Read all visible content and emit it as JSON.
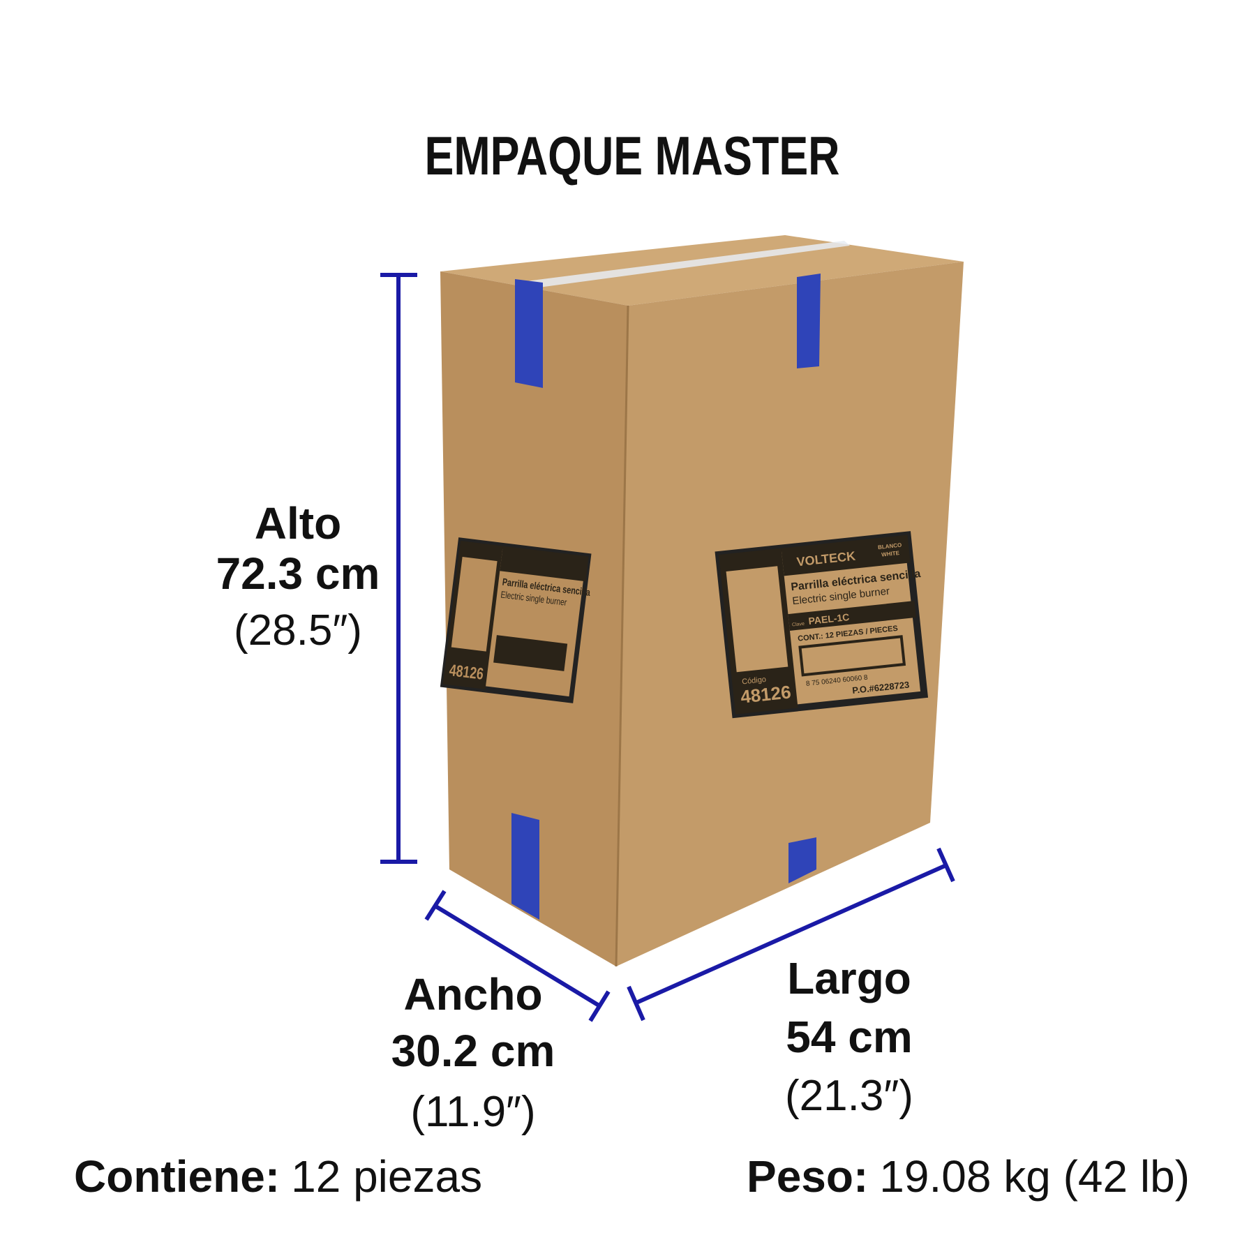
{
  "title": "EMPAQUE MASTER",
  "dimensions": {
    "alto": {
      "label": "Alto",
      "metric": "72.3 cm",
      "imperial": "(28.5″)"
    },
    "ancho": {
      "label": "Ancho",
      "metric": "30.2 cm",
      "imperial": "(11.9″)"
    },
    "largo": {
      "label": "Largo",
      "metric": "54 cm",
      "imperial": "(21.3″)"
    }
  },
  "footer": {
    "contents_label": "Contiene:",
    "contents_value": "12 piezas",
    "weight_label": "Peso:",
    "weight_value": "19.08 kg (42 lb)"
  },
  "box_label": {
    "brand": "VOLTECK",
    "color": "BLANCO",
    "color_en": "WHITE",
    "product_es": "Parrilla eléctrica sencilla",
    "product_en": "Electric single burner",
    "model_prefix": "Clave",
    "model": "PAEL-1C",
    "contents": "CONT.: 12 PIEZAS / PIECES",
    "barcode_number": "8 75 06240 60060 8",
    "po": "P.O.#6228723",
    "code_label": "Código",
    "code": "48126"
  },
  "colors": {
    "dimension_line": "#1a1aa6",
    "cardboard_front": "#c49d6c",
    "cardboard_side": "#b89262",
    "cardboard_top": "#c9a474",
    "tape": "#2a3fb0"
  }
}
